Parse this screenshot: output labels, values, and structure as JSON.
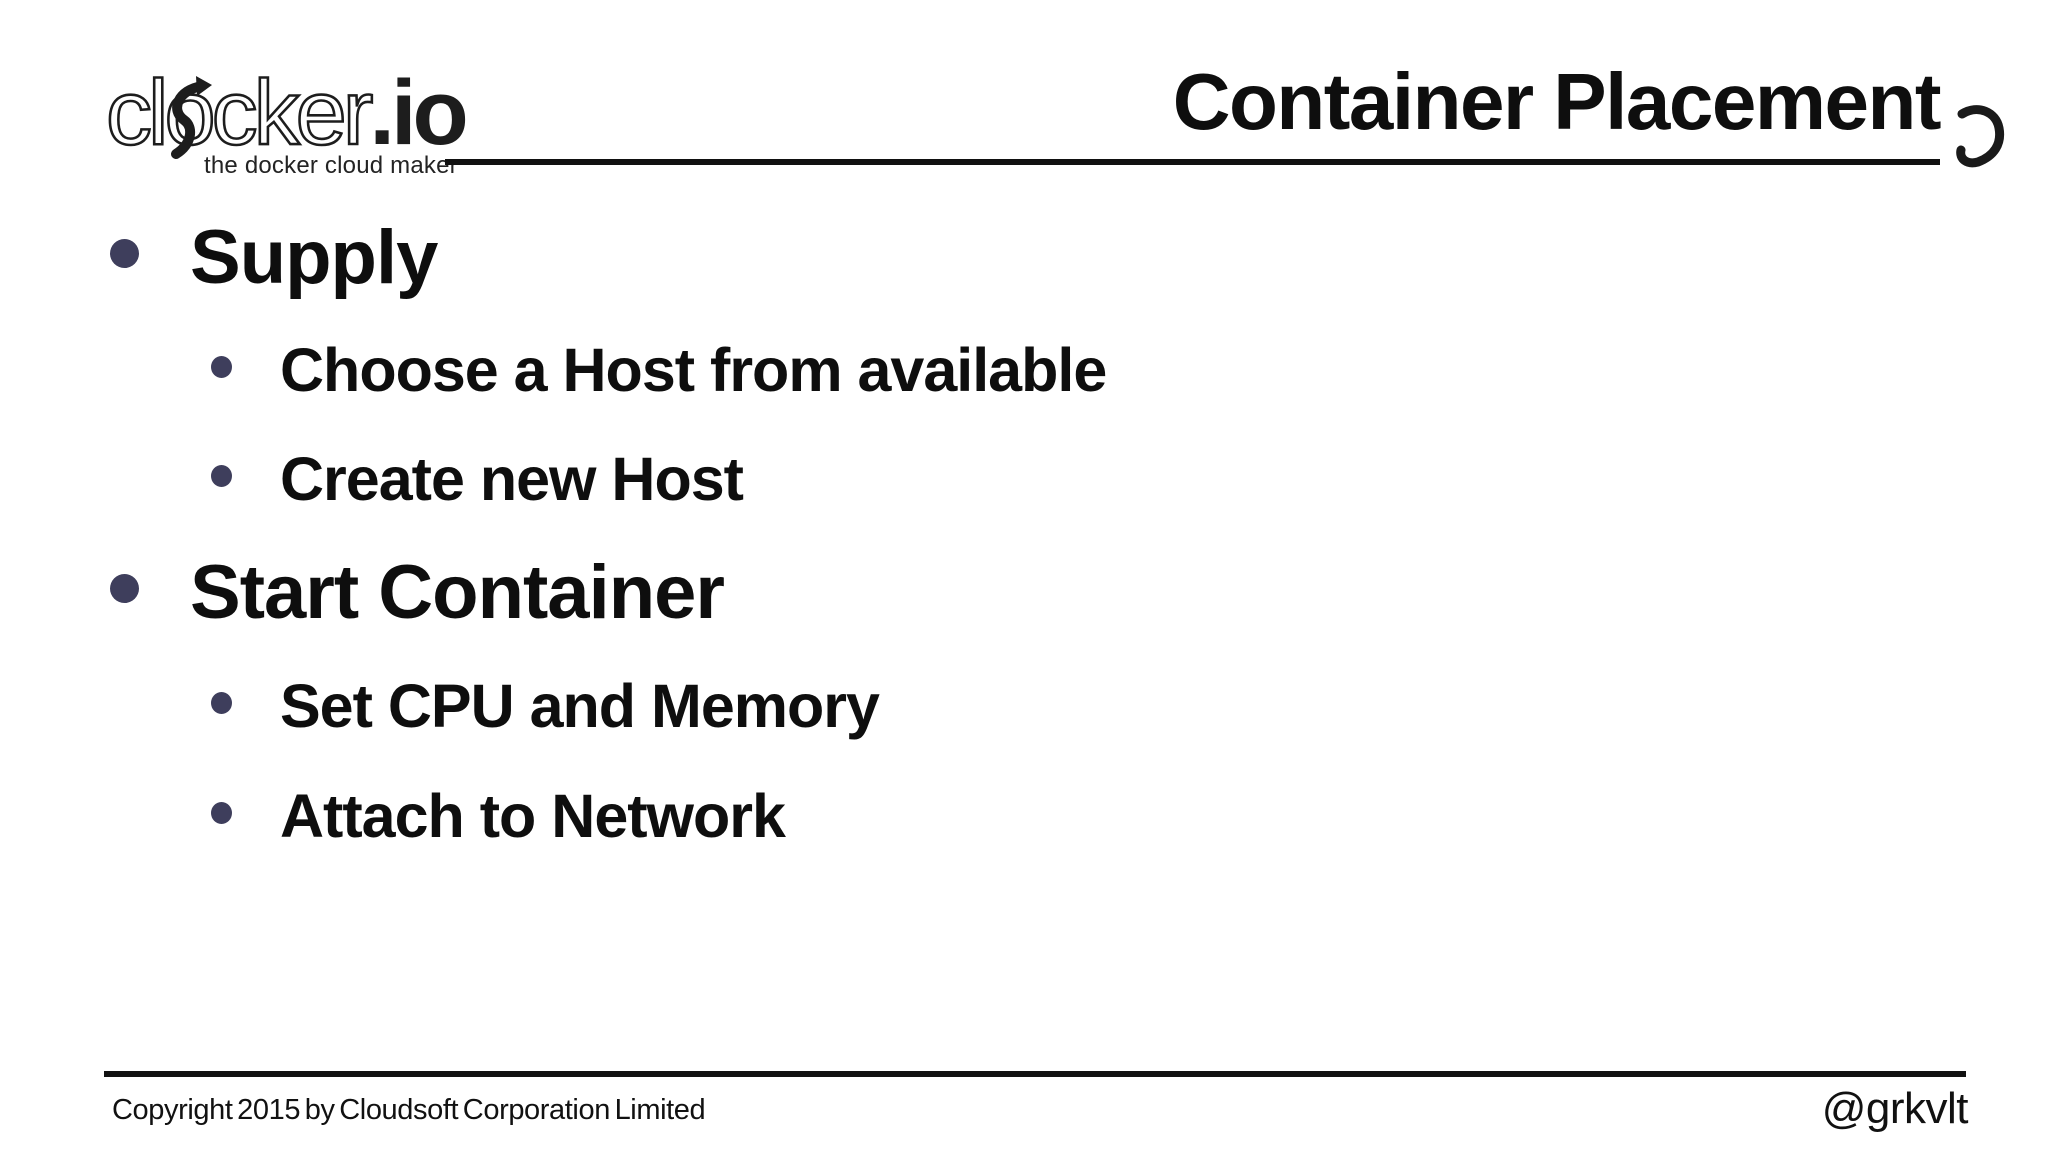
{
  "logo": {
    "brand_outline": "clocker",
    "brand_solid": ".io",
    "tagline": "the docker cloud maker"
  },
  "header": {
    "title": "Container Placement"
  },
  "bullets": {
    "items": [
      {
        "level": 1,
        "label": "Supply"
      },
      {
        "level": 2,
        "label": "Choose a Host from available"
      },
      {
        "level": 2,
        "label": "Create new Host"
      },
      {
        "level": 1,
        "label": "Start Container"
      },
      {
        "level": 2,
        "label": "Set CPU and Memory"
      },
      {
        "level": 2,
        "label": "Attach to Network"
      }
    ]
  },
  "footer": {
    "copyright": "Copyright 2015 by Cloudsoft Corporation Limited",
    "handle": "@grkvlt"
  },
  "colors": {
    "bullet": "#3e3e5c",
    "text": "#0e0e0e",
    "line": "#111111",
    "background": "#ffffff"
  }
}
